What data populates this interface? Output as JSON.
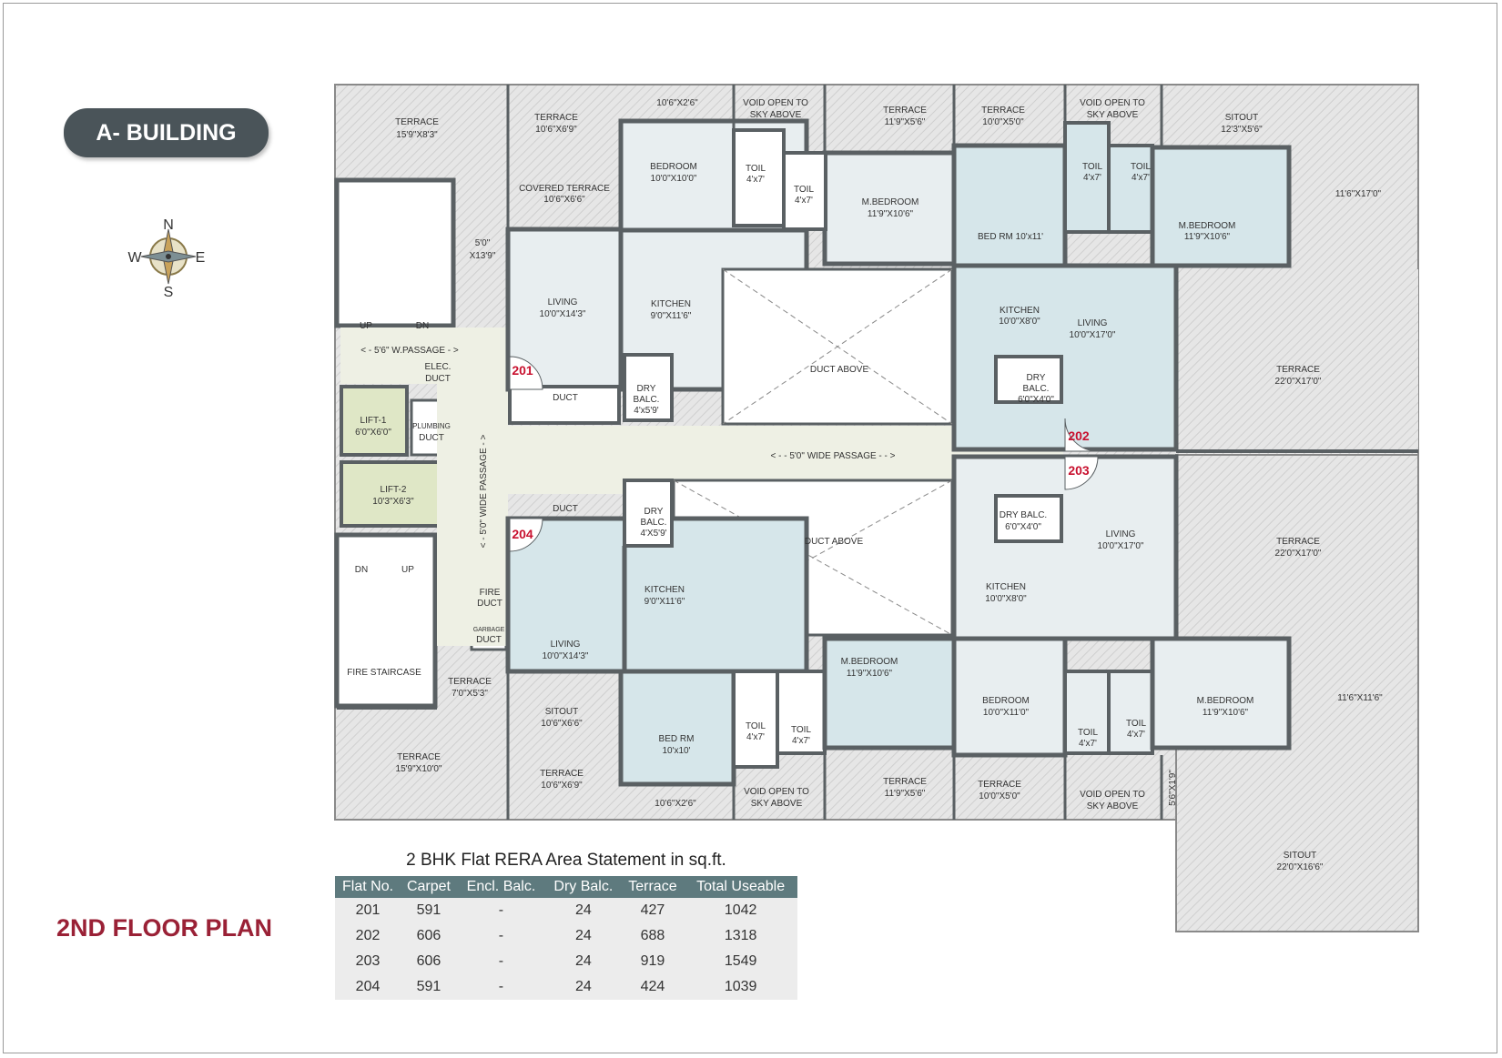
{
  "building": "A- BUILDING",
  "floor_title": "2ND FLOOR PLAN",
  "compass": {
    "n": "N",
    "e": "E",
    "s": "S",
    "w": "W"
  },
  "flats": {
    "f201": "201",
    "f202": "202",
    "f203": "203",
    "f204": "204"
  },
  "rooms": {
    "terrace_nw_1": "TERRACE",
    "terrace_nw_1_dim": "15'9\"X8'3\"",
    "terrace_n_2": "TERRACE",
    "terrace_n_2_dim": "10'6\"X6'9\"",
    "dim_n_1": "10'6\"X2'6\"",
    "void_n_1": "VOID  OPEN TO",
    "void_n_1b": "SKY ABOVE",
    "terrace_n_3": "TERRACE",
    "terrace_n_3_dim": "11'9\"X5'6\"",
    "terrace_n_4": "TERRACE",
    "terrace_n_4_dim": "10'0\"X5'0\"",
    "void_n_2": "VOID  OPEN TO",
    "void_n_2b": "SKY ABOVE",
    "sitout_ne": "SITOUT",
    "sitout_ne_dim": "12'3\"X5'6\"",
    "dim_ne": "11'6\"X17'0\"",
    "covered_terrace": "COVERED TERRACE",
    "covered_terrace_dim": "10'6\"X6'6\"",
    "dim_stair_gap_1": "5'0\"",
    "dim_stair_gap_2": "X13'9\"",
    "bedroom_201": "BEDROOM",
    "bedroom_201_dim": "10'0\"X10'0\"",
    "toil_a": "TOIL",
    "toil_a_dim": "4'x7'",
    "toil_b": "TOIL",
    "toil_b_dim": "4'x7'",
    "mbed_201": "M.BEDROOM",
    "mbed_201_dim": "11'9\"X10'6\"",
    "bedrm_202": "BED RM  10'x11'",
    "toil_c": "TOIL",
    "toil_c_dim": "4'x7'",
    "toil_d": "TOIL",
    "toil_d_dim": "4'x7'",
    "mbed_202": "M.BEDROOM",
    "mbed_202_dim": "11'9\"X10'6\"",
    "living_201": "LIVING",
    "living_201_dim": "10'0\"X14'3\"",
    "kitchen_201": "KITCHEN",
    "kitchen_201_dim": "9'0\"X11'6\"",
    "duct_above_n": "DUCT ABOVE",
    "kitchen_202": "KITCHEN",
    "kitchen_202_dim": "10'0\"X8'0\"",
    "living_202": "LIVING",
    "living_202_dim": "10'0\"X17'0\"",
    "dry_202": "DRY",
    "dry_202_b": "BALC.",
    "dry_202_dim": "6'0\"X4'0\"",
    "terrace_e_1": "TERRACE",
    "terrace_e_1_dim": "22'0\"X17'0\"",
    "up": "UP",
    "dn": "DN",
    "wpassage": "< - 5'6\" W.PASSAGE - >",
    "elec": "ELEC.",
    "elec_b": "DUCT",
    "lift1": "LIFT-1",
    "lift1_dim": "6'0\"X6'0\"",
    "plumb": "PLUMBING",
    "plumb_b": "DUCT",
    "lift2": "LIFT-2",
    "lift2_dim": "10'3\"X6'3\"",
    "duct_201": "DUCT",
    "dry_201": "DRY",
    "dry_201_b": "BALC.",
    "dry_201_dim": "4'x5'9'",
    "wide_passage": "< - - 5'0\" WIDE PASSAGE - - >",
    "vert_passage": "< - 5'0\" WIDE PASSAGE - >",
    "duct_204": "DUCT",
    "dry_204": "DRY",
    "dry_204_b": "BALC.",
    "dry_204_dim": "4'X5'9'",
    "duct_above_s": "DUCT ABOVE",
    "dry_203": "DRY BALC.",
    "dry_203_dim": "6'0\"X4'0\"",
    "living_203": "LIVING",
    "living_203_dim": "10'0\"X17'0\"",
    "terrace_e_2": "TERRACE",
    "terrace_e_2_dim": "22'0\"X17'0\"",
    "dn2": "DN",
    "up2": "UP",
    "fire": "FIRE",
    "fire_b": "DUCT",
    "garbage": "GARBAGE",
    "garbage_b": "DUCT",
    "kitchen_204": "KITCHEN",
    "kitchen_204_dim": "9'0\"X11'6\"",
    "living_204": "LIVING",
    "living_204_dim": "10'0\"X14'3\"",
    "kitchen_203": "KITCHEN",
    "kitchen_203_dim": "10'0\"X8'0\"",
    "fire_stair": "FIRE STAIRCASE",
    "terrace_s_1": "TERRACE",
    "terrace_s_1_dim": "7'0\"X5'3\"",
    "mbed_204": "M.BEDROOM",
    "mbed_204_dim": "11'9\"X10'6\"",
    "bedroom_203": "BEDROOM",
    "bedroom_203_dim": "10'0\"X11'0\"",
    "mbed_203": "M.BEDROOM",
    "mbed_203_dim": "11'9\"X10'6\"",
    "dim_se": "11'6\"X11'6\"",
    "sitout_s": "SITOUT",
    "sitout_s_dim": "10'6\"X6'6\"",
    "bedrm_204": "BED RM",
    "bedrm_204_dim": "10'x10'",
    "toil_e": "TOIL",
    "toil_e_dim": "4'x7'",
    "toil_f": "TOIL",
    "toil_f_dim": "4'x7'",
    "toil_g": "TOIL",
    "toil_g_dim": "4'x7'",
    "toil_h": "TOIL",
    "toil_h_dim": "4'x7'",
    "terrace_sw": "TERRACE",
    "terrace_sw_dim": "15'9\"X10'0\"",
    "terrace_s_2": "TERRACE",
    "terrace_s_2_dim": "10'6\"X6'9\"",
    "dim_s_1": "10'6\"X2'6\"",
    "void_s_1": "VOID  OPEN TO",
    "void_s_1b": "SKY ABOVE",
    "terrace_s_3": "TERRACE",
    "terrace_s_3_dim": "11'9\"X5'6\"",
    "terrace_s_4": "TERRACE",
    "terrace_s_4_dim": "10'0\"X5'0\"",
    "void_s_2": "VOID  OPEN TO",
    "void_s_2b": "SKY ABOVE",
    "dim_s_vert": "5'6\"X1'9\"",
    "sitout_se": "SITOUT",
    "sitout_se_dim": "22'0\"X16'6\""
  },
  "area_table": {
    "title": "2 BHK Flat RERA Area Statement in sq.ft.",
    "headers": [
      "Flat No.",
      "Carpet",
      "Encl. Balc.",
      "Dry Balc.",
      "Terrace",
      "Total Useable"
    ],
    "rows": [
      [
        "201",
        "591",
        "-",
        "24",
        "427",
        "1042"
      ],
      [
        "202",
        "606",
        "-",
        "24",
        "688",
        "1318"
      ],
      [
        "203",
        "606",
        "-",
        "24",
        "919",
        "1549"
      ],
      [
        "204",
        "591",
        "-",
        "24",
        "424",
        "1039"
      ]
    ]
  }
}
